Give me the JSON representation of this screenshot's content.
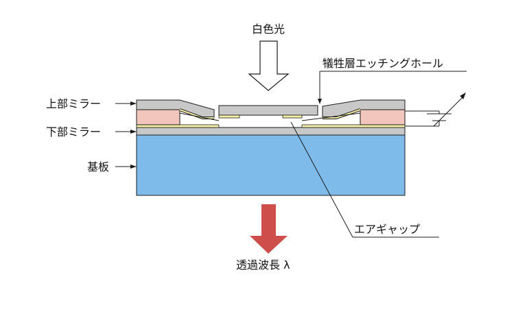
{
  "labels": {
    "white_light": "白色光",
    "etch_hole": "犠牲層エッチングホール",
    "top_mirror": "上部ミラー",
    "bottom_mirror": "下部ミラー",
    "substrate": "基板",
    "air_gap": "エアギャップ",
    "transmitted": "透過波長 λ"
  },
  "colors": {
    "substrate": "#7fbbea",
    "mirror": "#c8c8c8",
    "sacrificial": "#f2c6bd",
    "electrode": "#f5f0a5",
    "transmitted_arrow": "#cd4e4b",
    "incident_arrow": "#ffffff",
    "line": "#1a1a1a"
  }
}
